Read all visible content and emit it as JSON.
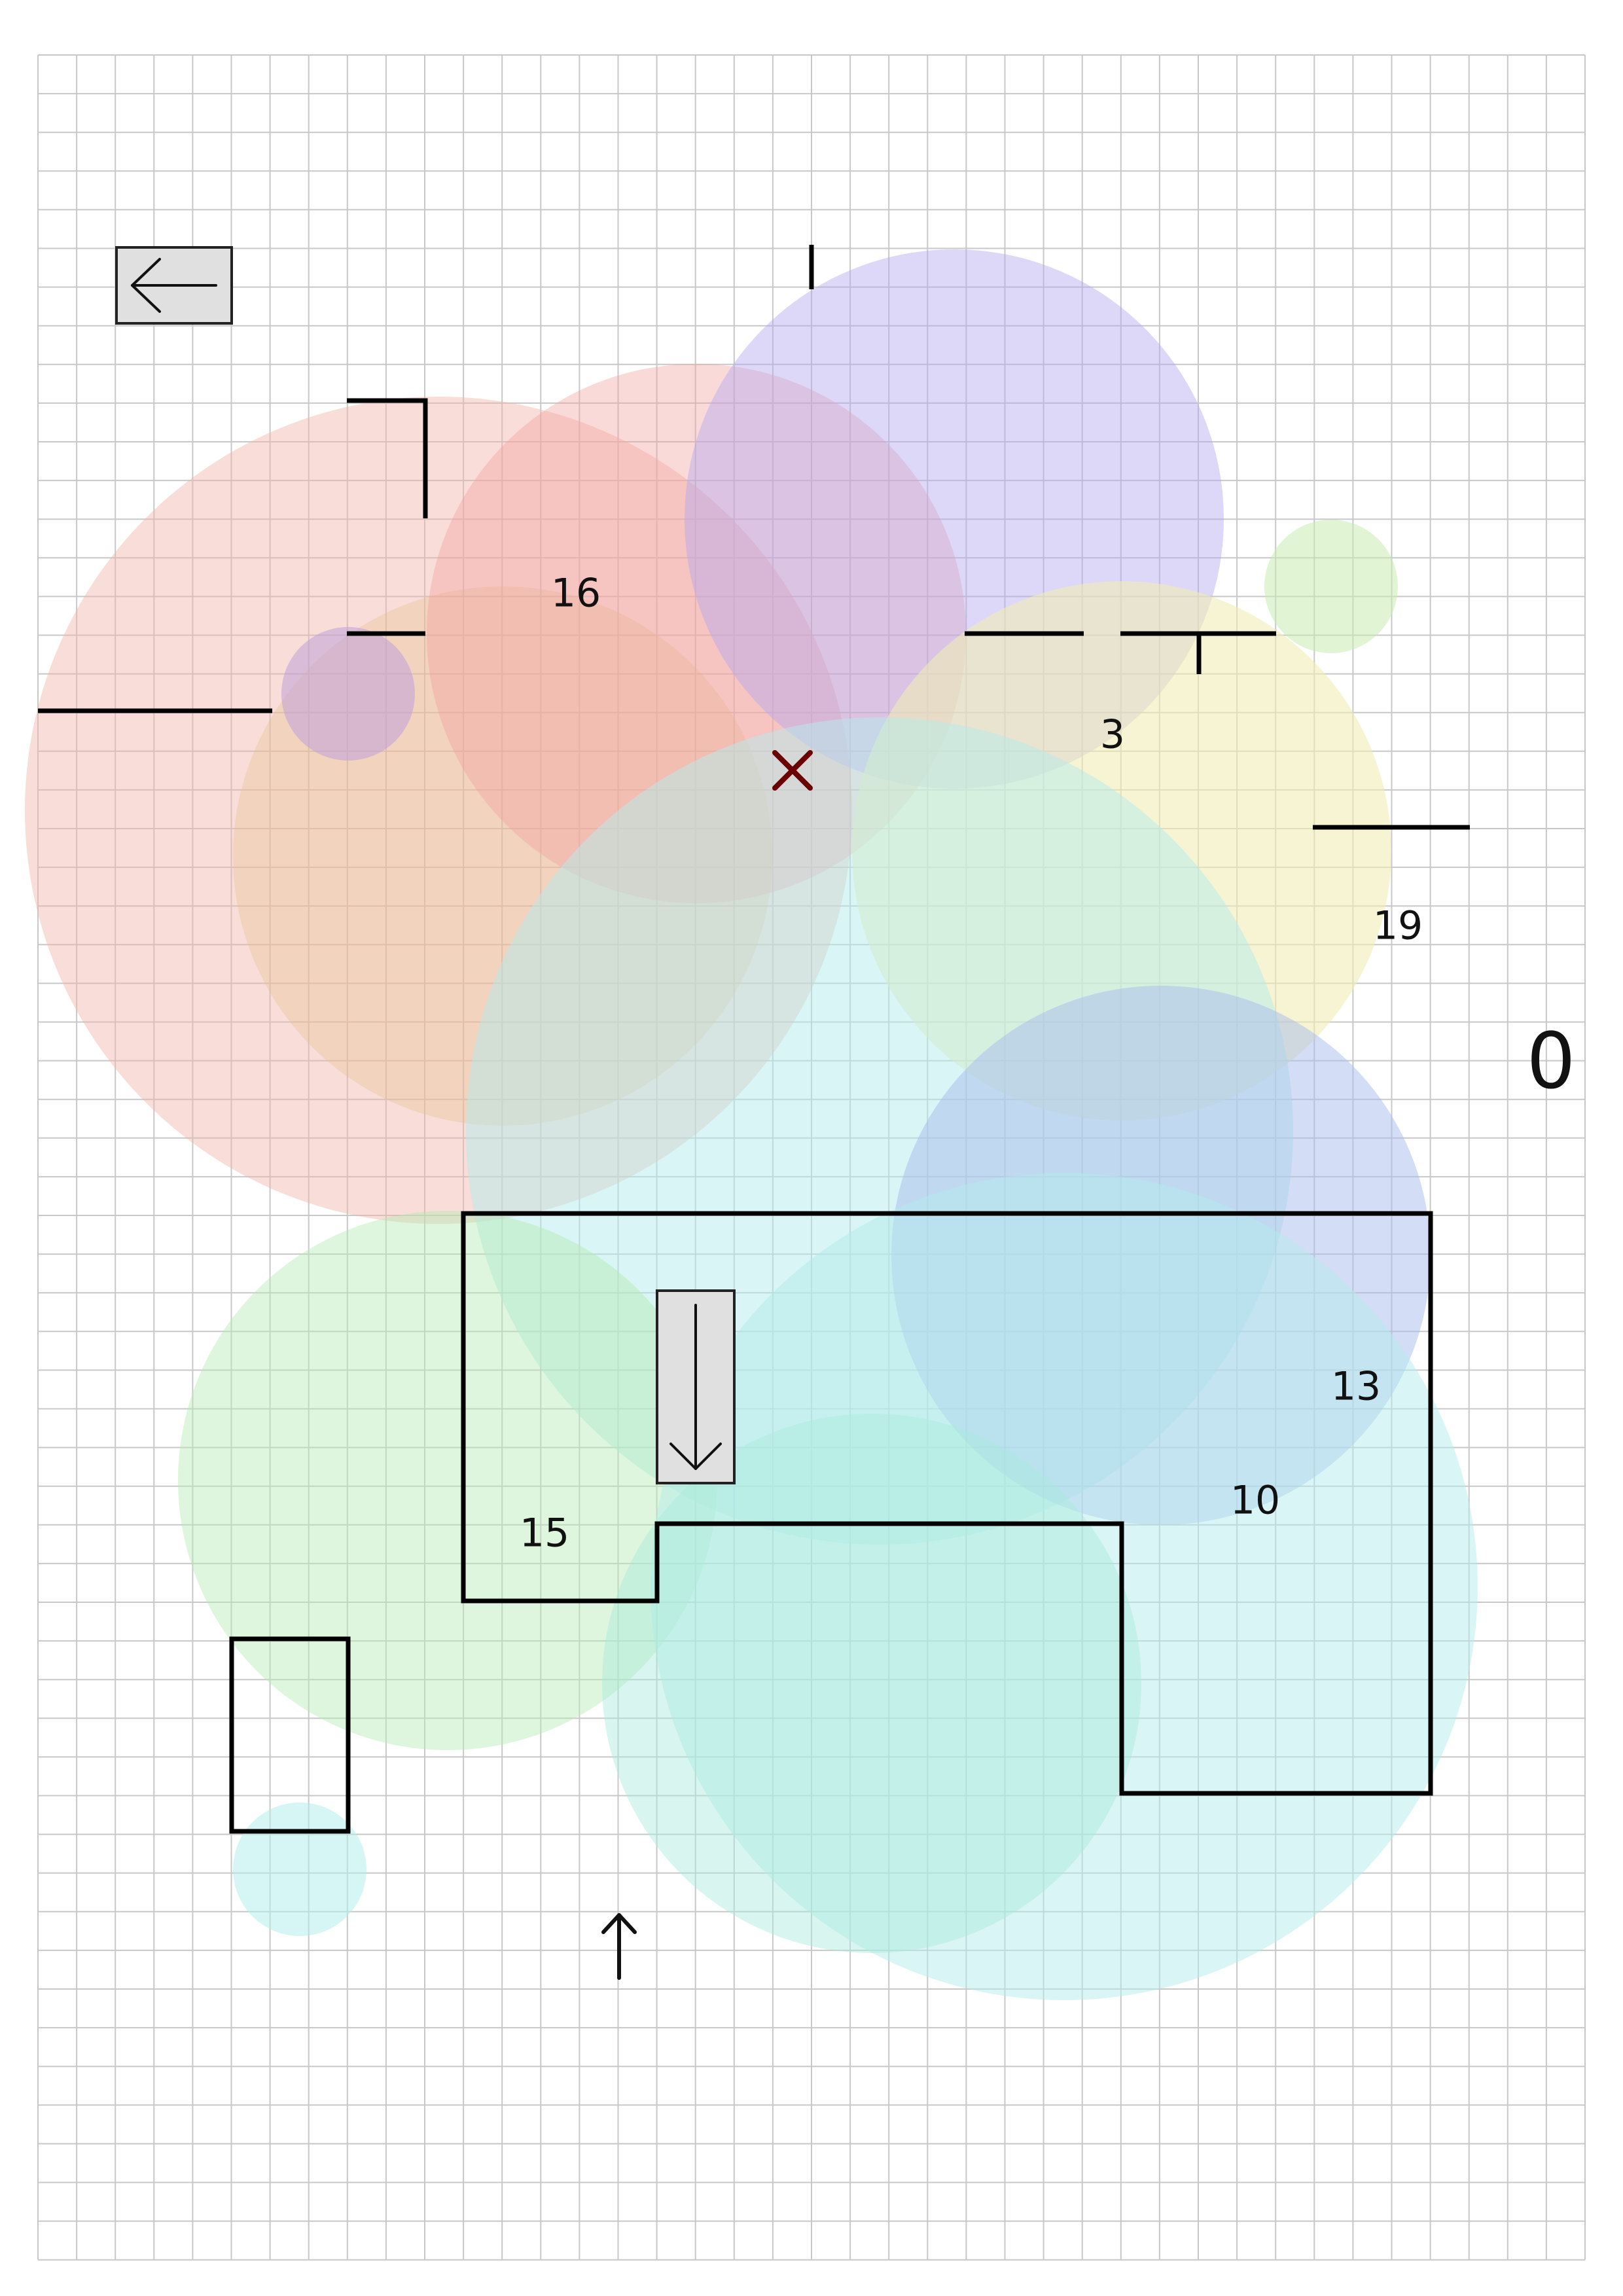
{
  "labels": {
    "zone_16": "16",
    "zone_3": "3",
    "zone_19": "19",
    "zone_0": "0",
    "zone_13": "13",
    "zone_10": "10",
    "zone_15": "15"
  },
  "colors": {
    "grid": "#c8c8c8",
    "wall": "#000000",
    "marker": "#6b0000",
    "zone_red": "#f0b4a8",
    "zone_salmon": "#f2a0a0",
    "zone_purple": "#b4a8f0",
    "zone_yellow": "#f0ecb4",
    "zone_green": "#b4ecb4",
    "zone_cyan": "#b4ecec",
    "zone_blue": "#a8bcec",
    "zone_teal": "#a8ecdc"
  },
  "icons": {
    "left_arrow": "arrow-left-icon",
    "down_arrow": "arrow-down-icon",
    "up_arrow": "arrow-up-icon",
    "marker": "x-marker-icon"
  }
}
